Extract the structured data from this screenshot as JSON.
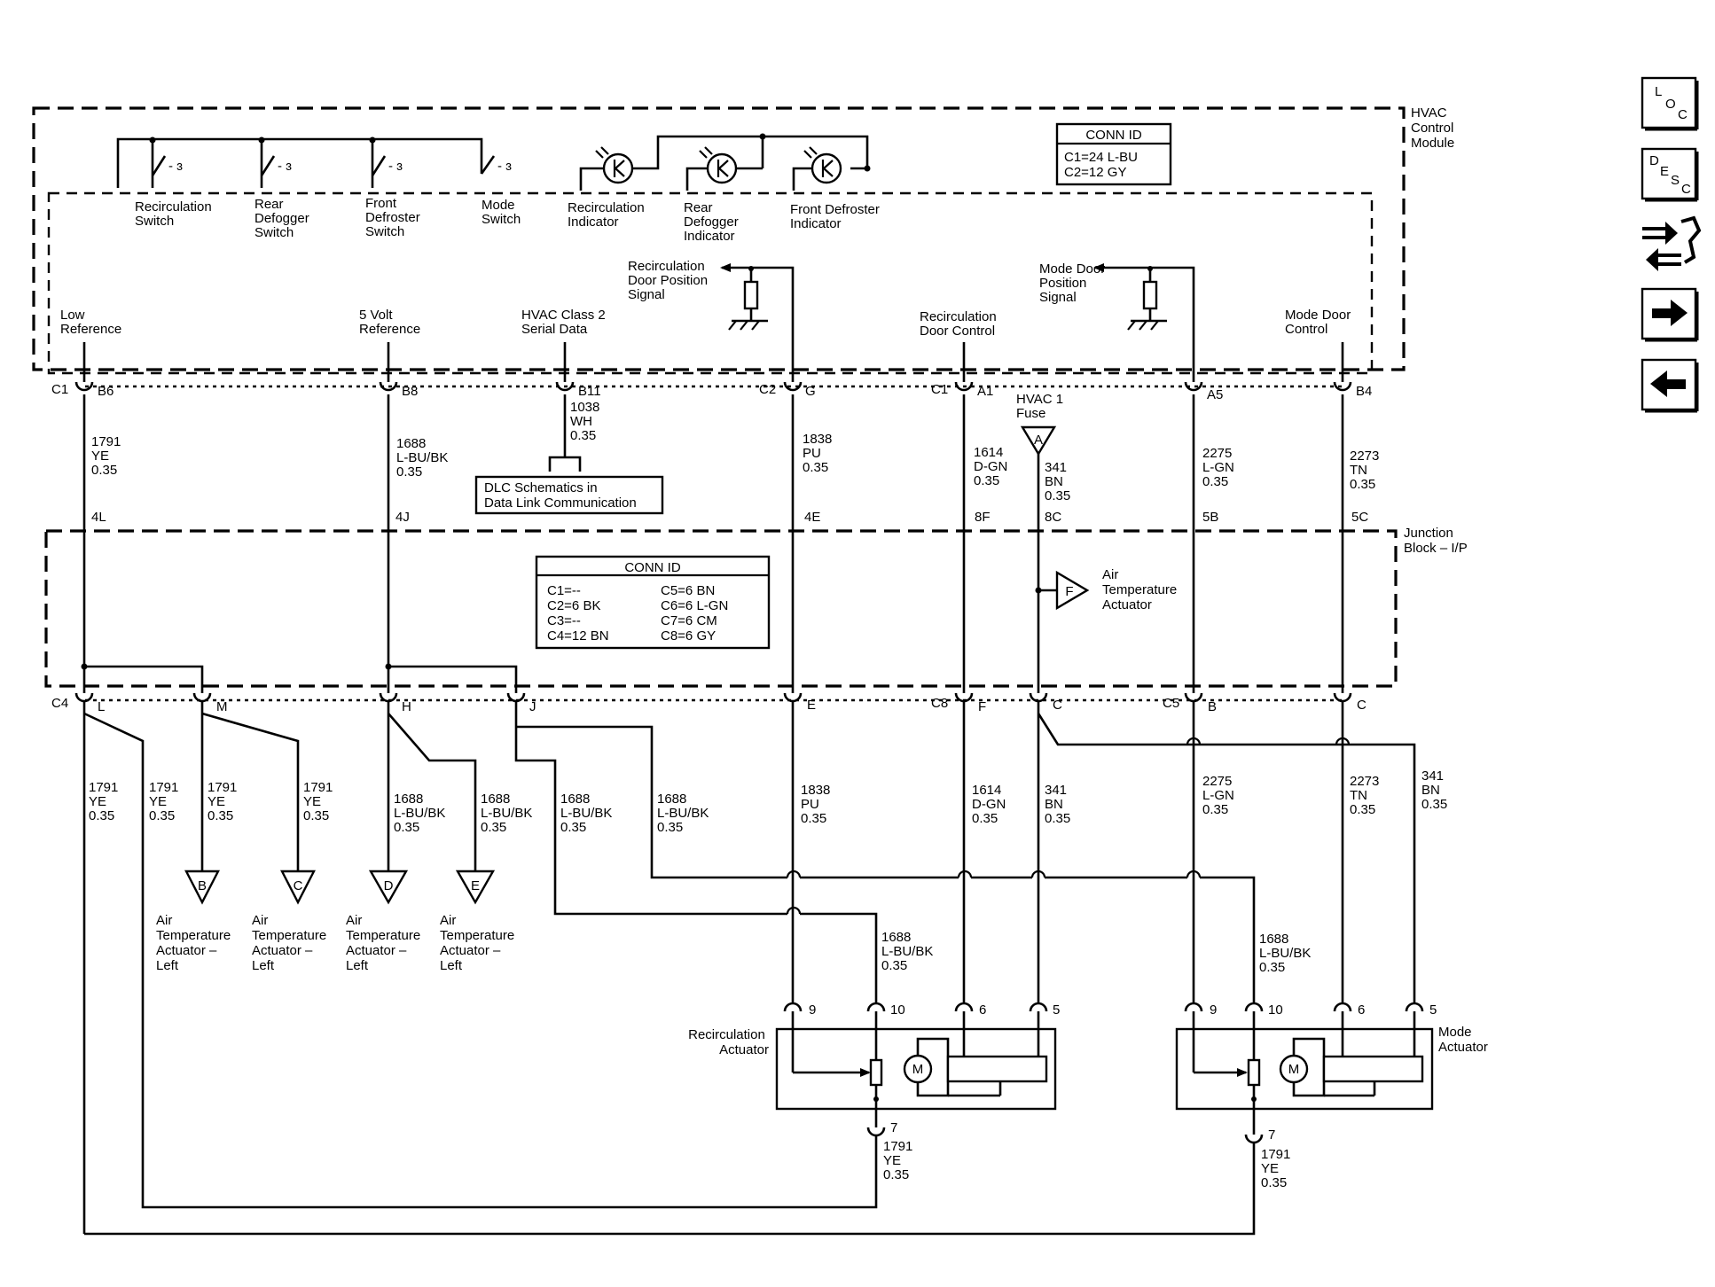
{
  "module": {
    "name_lines": [
      "HVAC",
      "Control",
      "Module"
    ]
  },
  "conn_id_top": {
    "title": "CONN ID",
    "lines": [
      "C1=24 L-BU",
      "C2=12 GY"
    ]
  },
  "switches": [
    {
      "lines": [
        "Recirculation",
        "Switch"
      ]
    },
    {
      "lines": [
        "Rear",
        "Defogger",
        "Switch"
      ]
    },
    {
      "lines": [
        "Front",
        "Defroster",
        "Switch"
      ]
    },
    {
      "lines": [
        "Mode",
        "Switch"
      ]
    }
  ],
  "indicators": [
    {
      "lines": [
        "Recirculation",
        "Indicator"
      ]
    },
    {
      "lines": [
        "Rear",
        "Defogger",
        "Indicator"
      ]
    },
    {
      "lines": [
        "Front Defroster",
        "Indicator"
      ]
    }
  ],
  "signals": [
    {
      "lines": [
        "Recirculation",
        "Door Position",
        "Signal"
      ]
    },
    {
      "lines": [
        "Mode Door",
        "Position",
        "Signal"
      ]
    }
  ],
  "module_pins": [
    {
      "lines": [
        "Low",
        "Reference"
      ],
      "conn": "C1",
      "pin": "B6",
      "wire": [
        "1791",
        "YE",
        "0.35"
      ],
      "jb": "4L"
    },
    {
      "lines": [
        "5 Volt",
        "Reference"
      ],
      "pin": "B8",
      "wire": [
        "1688",
        "L-BU/BK",
        "0.35"
      ],
      "jb": "4J"
    },
    {
      "lines": [
        "HVAC Class 2",
        "Serial Data"
      ],
      "pin": "B11",
      "wire": [
        "1038",
        "WH",
        "0.35"
      ]
    },
    {
      "conn": "C2",
      "pin": "G",
      "wire": [
        "1838",
        "PU",
        "0.35"
      ],
      "jb": "4E"
    },
    {
      "lines": [
        "Recirculation",
        "Door Control"
      ],
      "conn": "C1",
      "pin": "A1",
      "wire": [
        "1614",
        "D-GN",
        "0.35"
      ],
      "jb": "8F"
    },
    {
      "pin": "A5",
      "wire": [
        "2275",
        "L-GN",
        "0.35"
      ],
      "jb": "5B"
    },
    {
      "lines": [
        "Mode Door",
        "Control"
      ],
      "pin": "B4",
      "wire": [
        "2273",
        "TN",
        "0.35"
      ],
      "jb": "5C"
    }
  ],
  "fuse": {
    "lines": [
      "HVAC 1",
      "Fuse"
    ],
    "letter": "A",
    "wire": [
      "341",
      "BN",
      "0.35"
    ],
    "jb": "8C"
  },
  "dlc_box": {
    "lines": [
      "DLC Schematics in",
      "Data Link Communication"
    ]
  },
  "junction_block": {
    "name_lines": [
      "Junction",
      "Block – I/P"
    ]
  },
  "conn_id_jb": {
    "title": "CONN ID",
    "left": [
      "C1=--",
      "C2=6 BK",
      "C3=--",
      "C4=12 BN"
    ],
    "right": [
      "C5=6 BN",
      "C6=6 L-GN",
      "C7=6 CM",
      "C8=6 GY"
    ]
  },
  "air_temp_actuator": {
    "letter": "F",
    "lines": [
      "Air",
      "Temperature",
      "Actuator"
    ]
  },
  "lower_connectors": [
    {
      "conn": "C4",
      "pin": "L"
    },
    {
      "pin": "M"
    },
    {
      "pin": "H"
    },
    {
      "pin": "J"
    },
    {
      "pin": "E"
    },
    {
      "conn": "C8",
      "pin": "F"
    },
    {
      "pin": "C"
    },
    {
      "conn": "C5",
      "pin": "B"
    },
    {
      "pin": "C"
    }
  ],
  "lower_wires": {
    "ye_a": [
      "1791",
      "YE",
      "0.35"
    ],
    "ye_b": [
      "1791",
      "YE",
      "0.35"
    ],
    "ye_c": [
      "1791",
      "YE",
      "0.35"
    ],
    "ye_d": [
      "1791",
      "YE",
      "0.35"
    ],
    "bu_a": [
      "1688",
      "L-BU/BK",
      "0.35"
    ],
    "bu_b": [
      "1688",
      "L-BU/BK",
      "0.35"
    ],
    "bu_c": [
      "1688",
      "L-BU/BK",
      "0.35"
    ],
    "bu_d": [
      "1688",
      "L-BU/BK",
      "0.35"
    ],
    "pu": [
      "1838",
      "PU",
      "0.35"
    ],
    "dgn": [
      "1614",
      "D-GN",
      "0.35"
    ],
    "bn_a": [
      "341",
      "BN",
      "0.35"
    ],
    "lgn": [
      "2275",
      "L-GN",
      "0.35"
    ],
    "tn": [
      "2273",
      "TN",
      "0.35"
    ],
    "bn_b": [
      "341",
      "BN",
      "0.35"
    ],
    "rec10": [
      "1688",
      "L-BU/BK",
      "0.35"
    ],
    "mode10": [
      "1688",
      "L-BU/BK",
      "0.35"
    ],
    "rec7": [
      "1791",
      "YE",
      "0.35"
    ],
    "mode7": [
      "1791",
      "YE",
      "0.35"
    ]
  },
  "offpage": [
    {
      "letter": "B",
      "lines": [
        "Air",
        "Temperature",
        "Actuator –",
        "Left"
      ]
    },
    {
      "letter": "C",
      "lines": [
        "Air",
        "Temperature",
        "Actuator –",
        "Left"
      ]
    },
    {
      "letter": "D",
      "lines": [
        "Air",
        "Temperature",
        "Actuator –",
        "Left"
      ]
    },
    {
      "letter": "E",
      "lines": [
        "Air",
        "Temperature",
        "Actuator –",
        "Left"
      ]
    }
  ],
  "actuators": [
    {
      "lines": [
        "Recirculation",
        "Actuator"
      ],
      "pins": [
        "9",
        "10",
        "6",
        "5",
        "7"
      ],
      "motor": "M"
    },
    {
      "lines": [
        "Mode",
        "Actuator"
      ],
      "pins": [
        "9",
        "10",
        "6",
        "5",
        "7"
      ],
      "motor": "M"
    }
  ],
  "nav": {
    "loc": [
      "L",
      "O",
      "C"
    ],
    "desc": [
      "D",
      "E",
      "S",
      "C"
    ],
    "icons": [
      "repair-icon",
      "next-arrow-icon",
      "back-arrow-icon"
    ]
  }
}
